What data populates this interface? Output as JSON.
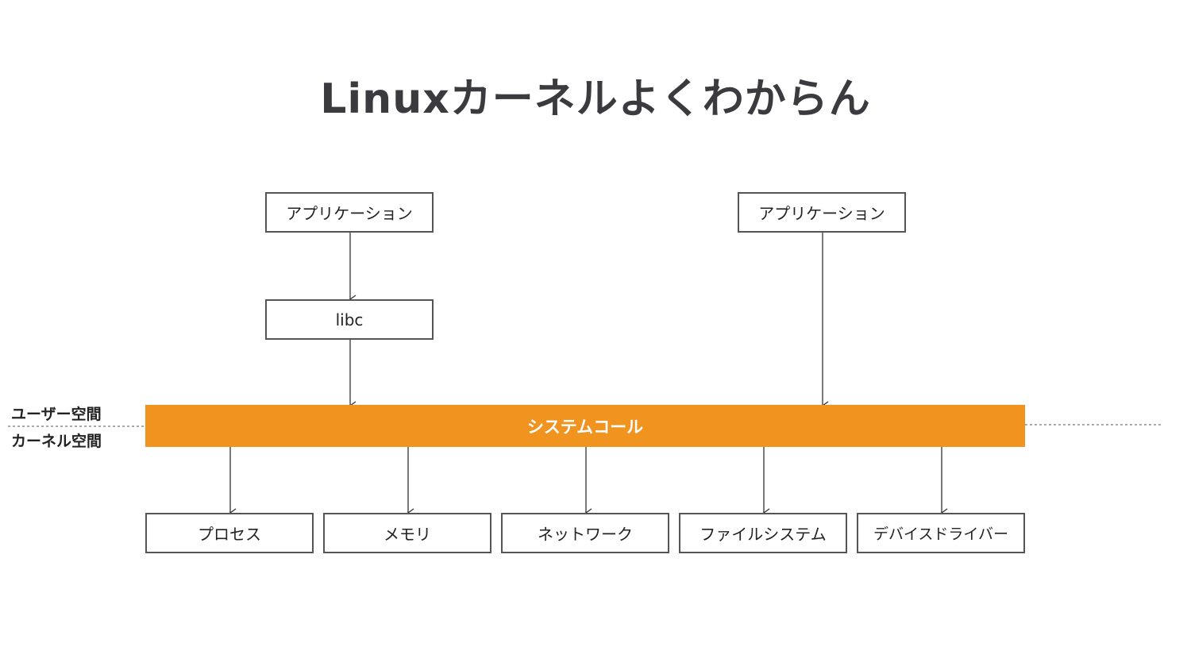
{
  "title": "Linuxカーネルよくわからん",
  "user_space_label": "ユーザー空間",
  "kernel_space_label": "カーネル空間",
  "applications": [
    "アプリケーション",
    "アプリケーション"
  ],
  "libc": "libc",
  "system_call": "システムコール",
  "subsystems": [
    "プロセス",
    "メモリ",
    "ネットワーク",
    "ファイルシステム",
    "デバイスドライバー"
  ],
  "colors": {
    "syscall_bar": "#f1931f",
    "title_text": "#3a3a3f",
    "box_border": "#555555"
  }
}
